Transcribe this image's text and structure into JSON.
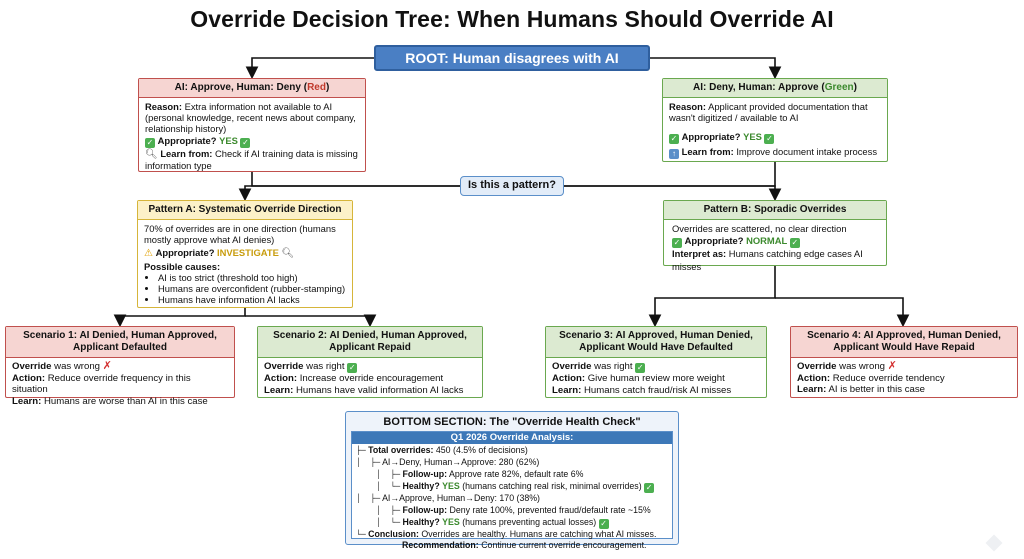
{
  "title": "Override Decision Tree: When Humans Should Override AI",
  "root": "ROOT: Human disagrees with AI decision",
  "left_case": {
    "header_pre": "AI: Approve, Human: Deny (",
    "header_color_word": "Red",
    "header_post": ")",
    "reason_label": "Reason:",
    "reason_text": "Extra information not available to AI (personal knowledge, recent news about company, relationship history)",
    "appropriate_label": "Appropriate?",
    "appropriate_value": "YES",
    "learn_label": "Learn from:",
    "learn_text": "Check if AI training data is missing information type"
  },
  "right_case": {
    "header_pre": "AI: Deny, Human: Approve (",
    "header_color_word": "Green",
    "header_post": ")",
    "reason_label": "Reason:",
    "reason_text": "Applicant provided documentation that wasn't digitized / available to AI",
    "appropriate_label": "Appropriate?",
    "appropriate_value": "YES",
    "learn_label": "Learn from:",
    "learn_text": "Improve document intake process"
  },
  "pattern_question": "Is this a pattern?",
  "pattern_a": {
    "header": "Pattern A: Systematic Override Direction",
    "desc": "70% of overrides are in one direction (humans mostly approve what AI denies)",
    "appropriate_label": "Appropriate?",
    "appropriate_value": "INVESTIGATE",
    "causes_label": "Possible causes:",
    "causes": [
      "AI is too strict (threshold too high)",
      "Humans are overconfident (rubber-stamping)",
      "Humans have information AI lacks"
    ]
  },
  "pattern_b": {
    "header": "Pattern B: Sporadic Overrides",
    "desc": "Overrides are scattered, no clear direction",
    "appropriate_label": "Appropriate?",
    "appropriate_value": "NORMAL",
    "interpret_label": "Interpret as:",
    "interpret_text": "Humans catching edge cases AI misses"
  },
  "scenarios": [
    {
      "header": "Scenario 1: AI Denied, Human Approved, Applicant Defaulted",
      "override_label": "Override",
      "override_text": "was wrong",
      "action_label": "Action:",
      "action_text": "Reduce override frequency in this situation",
      "learn_label": "Learn:",
      "learn_text": "Humans are worse than AI in this case"
    },
    {
      "header": "Scenario 2: AI Denied, Human Approved, Applicant Repaid",
      "override_label": "Override",
      "override_text": "was right",
      "action_label": "Action:",
      "action_text": "Increase override encouragement",
      "learn_label": "Learn:",
      "learn_text": "Humans have valid information AI lacks"
    },
    {
      "header": "Scenario 3: AI Approved, Human Denied, Applicant Would Have Defaulted",
      "override_label": "Override",
      "override_text": "was right",
      "action_label": "Action:",
      "action_text": "Give human review more weight",
      "learn_label": "Learn:",
      "learn_text": "Humans catch fraud/risk AI misses"
    },
    {
      "header": "Scenario 4: AI Approved, Human Denied, Applicant Would Have Repaid",
      "override_label": "Override",
      "override_text": "was wrong",
      "action_label": "Action:",
      "action_text": "Reduce override tendency",
      "learn_label": "Learn:",
      "learn_text": "AI is better in this case"
    }
  ],
  "health": {
    "title": "BOTTOM SECTION: The \"Override Health Check\"",
    "subtitle": "Q1 2026 Override Analysis:",
    "total_label": "Total overrides:",
    "total_text": "450 (4.5% of decisions)",
    "branch1": "AI→Deny, Human→Approve: 280 (62%)",
    "b1_follow_label": "Follow-up:",
    "b1_follow_text": "Approve rate 82%, default rate 6%",
    "b1_healthy_label": "Healthy?",
    "b1_healthy_value": "YES",
    "b1_healthy_text": "(humans catching real risk, minimal overrides)",
    "branch2": "AI→Approve, Human→Deny: 170 (38%)",
    "b2_follow_label": "Follow-up:",
    "b2_follow_text": "Deny rate 100%, prevented fraud/default rate ~15%",
    "b2_healthy_label": "Healthy?",
    "b2_healthy_value": "YES",
    "b2_healthy_text": "(humans preventing actual losses)",
    "conclusion_label": "Conclusion:",
    "conclusion_text": "Overrides are healthy. Humans are catching what AI misses.",
    "recommendation_label": "Recommendation:",
    "recommendation_text": "Continue current override encouragement."
  }
}
